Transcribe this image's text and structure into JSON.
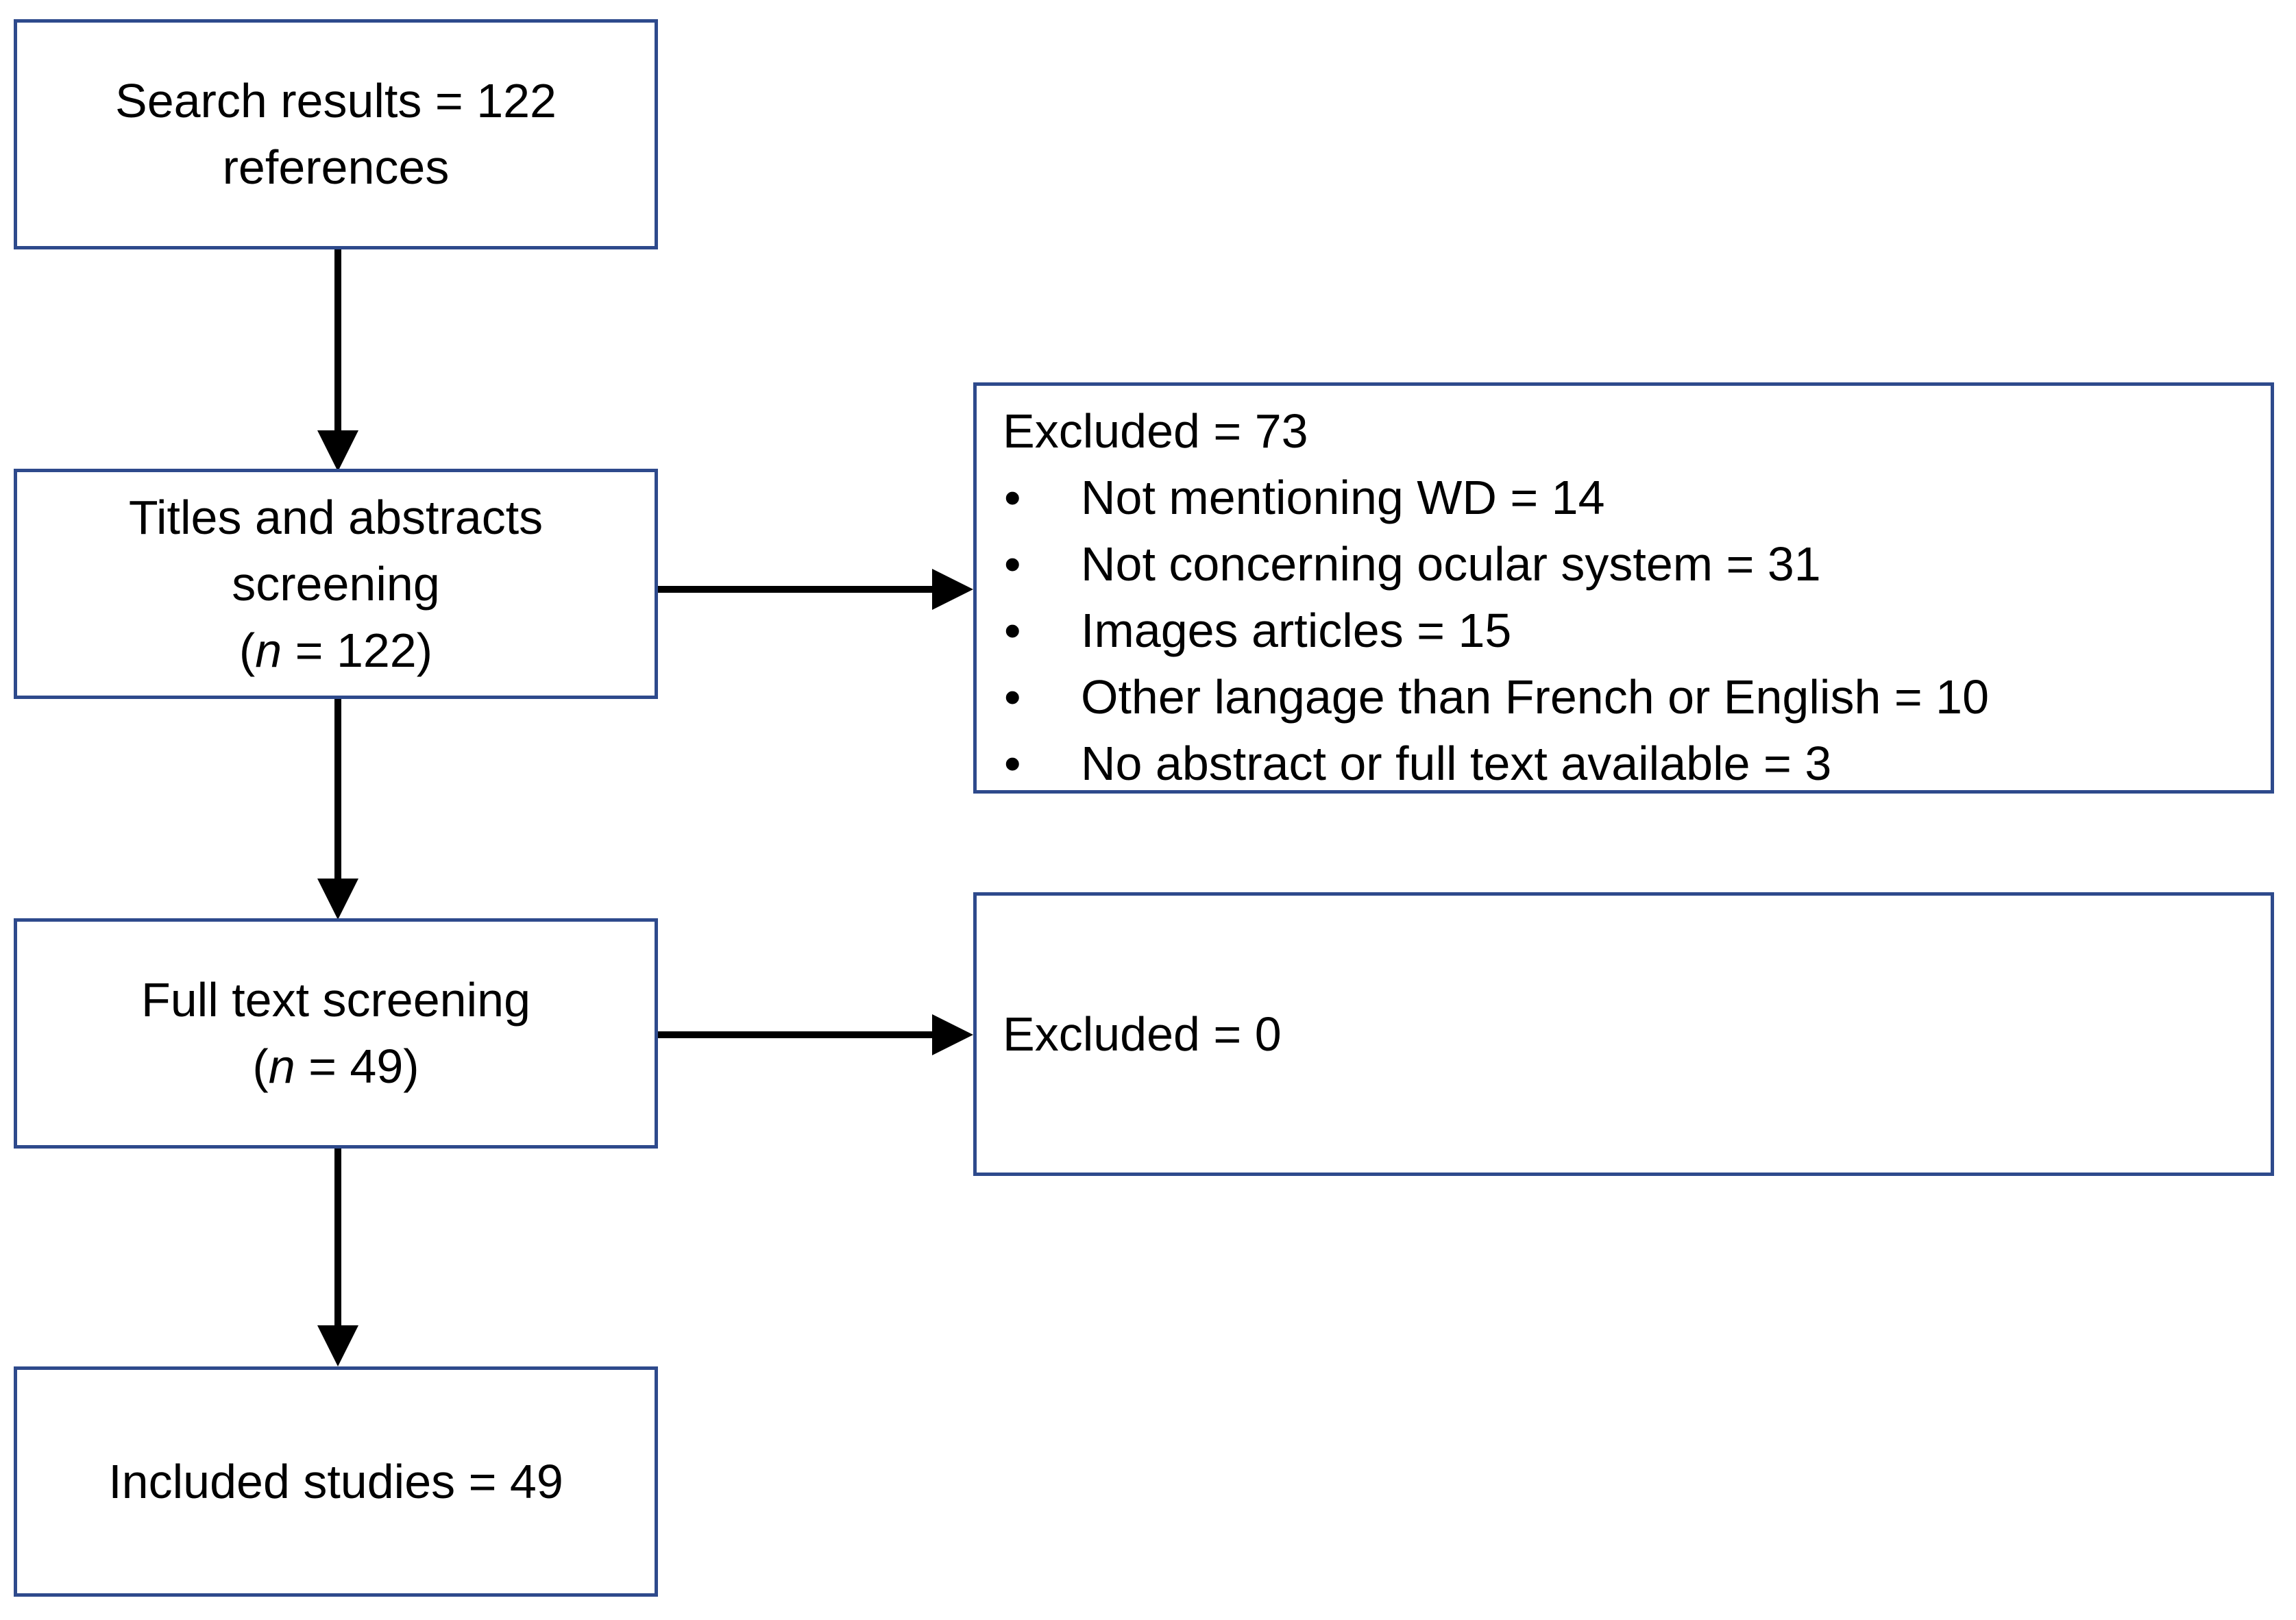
{
  "nodes": {
    "search": {
      "lines": [
        "Search results = 122",
        "references"
      ]
    },
    "titles": {
      "line1": "Titles and abstracts",
      "line2": "screening",
      "n_open": "(",
      "n_var": "n",
      "n_rest": " = 122)"
    },
    "fulltext": {
      "line1": "Full text screening",
      "n_open": "(",
      "n_var": "n",
      "n_rest": " = 49)"
    },
    "included": {
      "label": "Included studies = 49"
    },
    "excluded1": {
      "header": "Excluded = 73",
      "bullet_glyph": "•",
      "items": [
        "Not mentioning WD = 14",
        "Not concerning ocular system = 31",
        "Images articles = 15",
        "Other langage than French or English = 10",
        "No abstract or full text available = 3"
      ]
    },
    "excluded2": {
      "label": "Excluded = 0"
    }
  },
  "colors": {
    "box_border": "#2e4a8c",
    "arrow": "#000000"
  }
}
